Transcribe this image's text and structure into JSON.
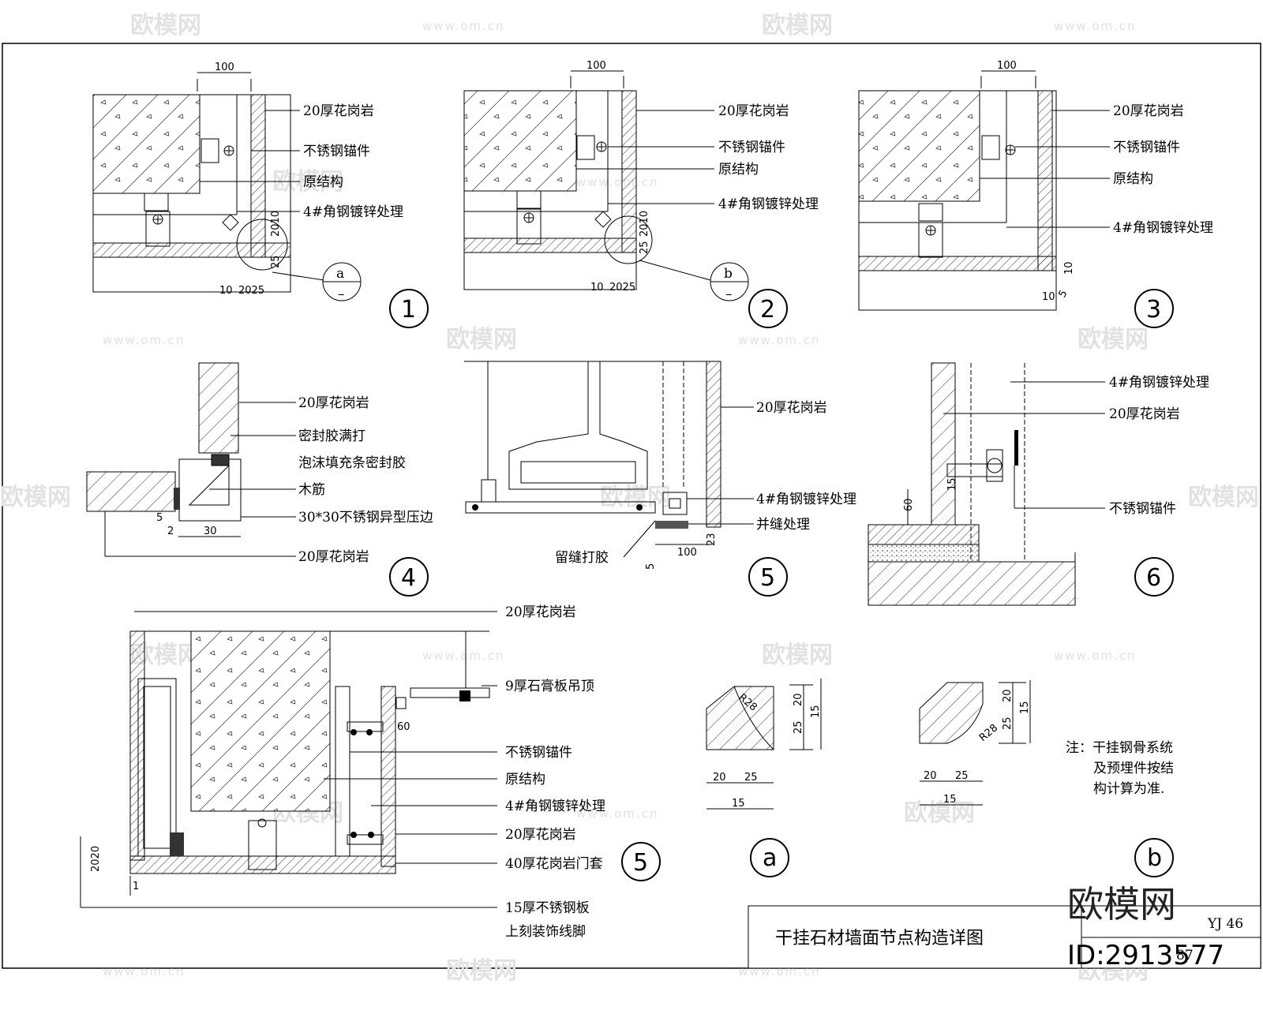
{
  "watermark": {
    "brand": "欧模网",
    "site": "www.om.cn"
  },
  "title_block": {
    "title": "干挂石材墙面节点构造详图",
    "drawing_no": "YJ 46",
    "page": "87"
  },
  "stamp": {
    "brand": "欧模网",
    "id": "ID:2913577"
  },
  "dims": {
    "d100": "100",
    "d10": "10",
    "d2025": "2025",
    "d2010": "2010",
    "d25": "25",
    "d30": "30",
    "d2": "2",
    "d5": "5",
    "d15": "15",
    "d60": "60",
    "d23": "23",
    "d20": "20",
    "d2020": "2020",
    "d1": "1",
    "r28": "R28"
  },
  "labels": {
    "granite20": "20厚花岗岩",
    "ss_anchor": "不锈钢锚件",
    "orig_struct": "原结构",
    "angle_steel": "4#角钢镀锌处理",
    "sealant_full": "密封胶满打",
    "foam_fill": "泡沫填充条密封胶",
    "wood_rib": "木筋",
    "ss_profile": "30*30不锈钢异型压边",
    "joint_treat": "并缝处理",
    "gap_glue": "留缝打胶",
    "gypsum": "9厚石膏板吊顶",
    "granite40": "40厚花岗岩门套",
    "ss_plate_1": "15厚不锈钢板",
    "ss_plate_2": "上刻装饰线脚",
    "note_1": "注：干挂钢骨系统",
    "note_2": "及预埋件按结",
    "note_3": "构计算为准."
  },
  "callouts": {
    "a": "a",
    "b": "b"
  },
  "detail_numbers": [
    "1",
    "2",
    "3",
    "4",
    "5",
    "6",
    "5",
    "a",
    "b"
  ]
}
